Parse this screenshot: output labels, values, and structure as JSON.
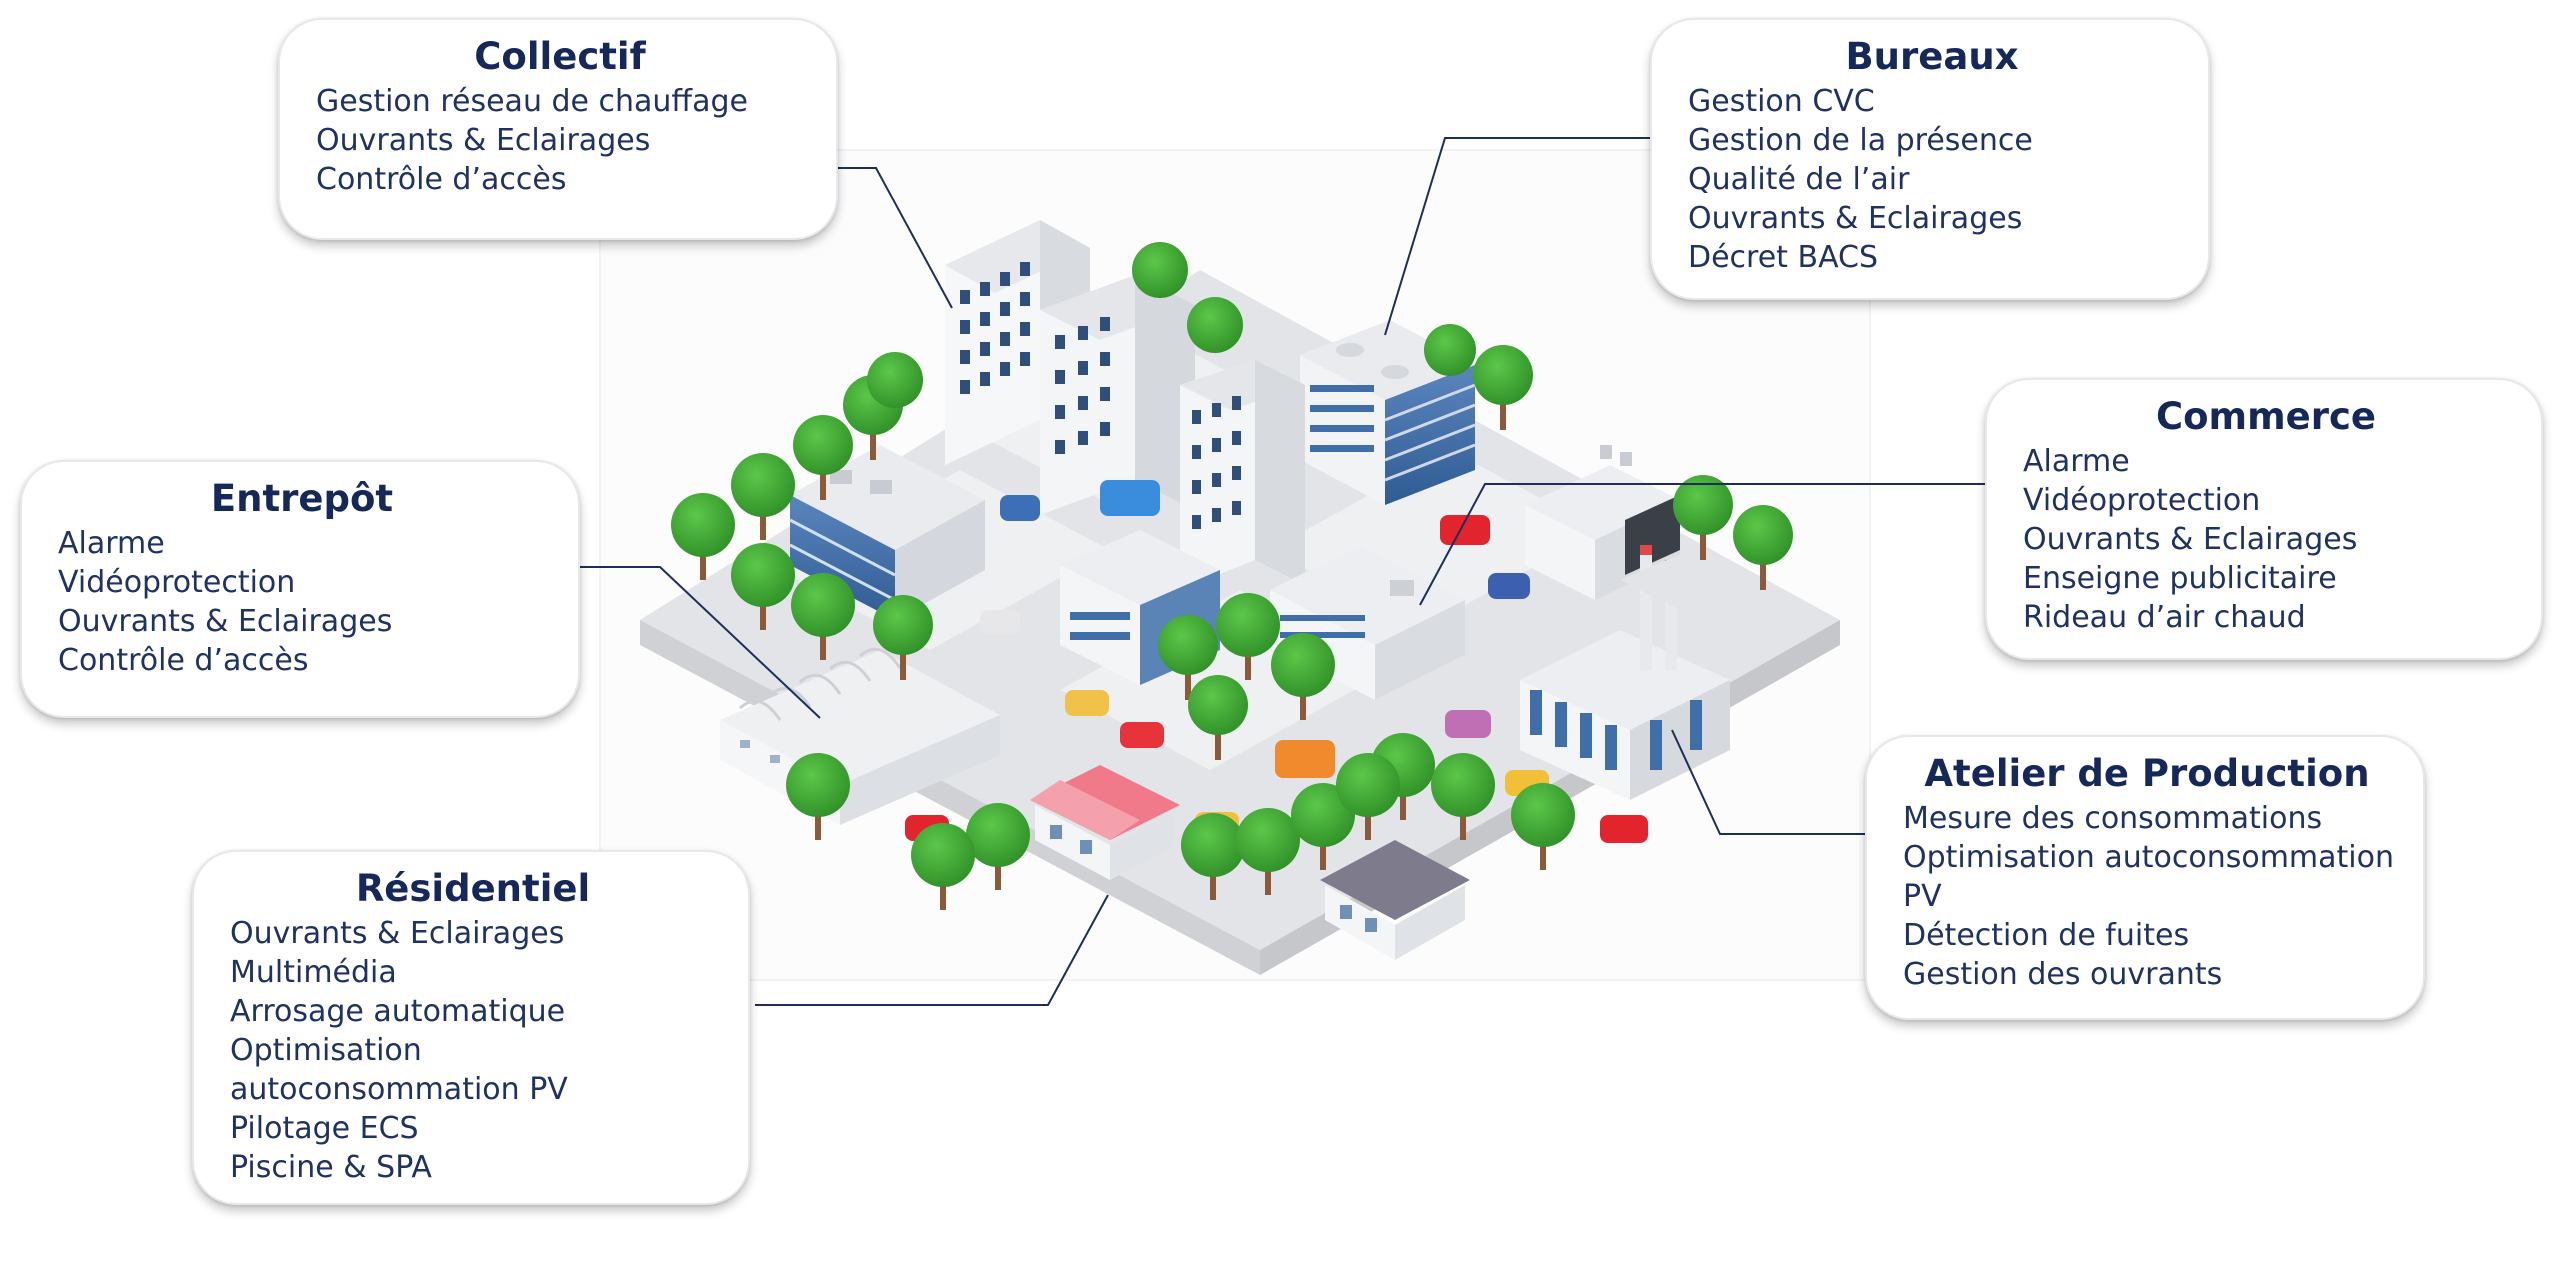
{
  "callouts": {
    "collectif": {
      "title": "Collectif",
      "items": [
        "Gestion réseau de chauffage",
        "Ouvrants & Eclairages",
        "Contrôle d’accès"
      ]
    },
    "bureaux": {
      "title": "Bureaux",
      "items": [
        "Gestion CVC",
        "Gestion de la présence",
        "Qualité de l’air",
        "Ouvrants & Eclairages",
        "Décret BACS"
      ]
    },
    "entrepot": {
      "title": "Entrepôt",
      "items": [
        "Alarme",
        "Vidéoprotection",
        "Ouvrants & Eclairages",
        "Contrôle d’accès"
      ]
    },
    "commerce": {
      "title": "Commerce",
      "items": [
        "Alarme",
        "Vidéoprotection",
        "Ouvrants & Eclairages",
        "Enseigne publicitaire",
        "Rideau d’air chaud"
      ]
    },
    "atelier": {
      "title": "Atelier de Production",
      "items": [
        "Mesure des consommations",
        "Optimisation autoconsommation",
        "PV",
        "Détection de fuites",
        "Gestion des ouvrants"
      ]
    },
    "residentiel": {
      "title": "Résidentiel",
      "items": [
        "Ouvrants & Eclairages",
        "Multimédia",
        "Arrosage automatique",
        "Optimisation",
        "autoconsommation PV",
        "Pilotage ECS",
        "Piscine & SPA"
      ]
    }
  },
  "colors": {
    "title": "#16285a",
    "text": "#1f3262",
    "connector": "#1d2e5c",
    "road": "#dcdde0",
    "tree": "#3aa52f",
    "building_glass": "#3f6ea8"
  }
}
